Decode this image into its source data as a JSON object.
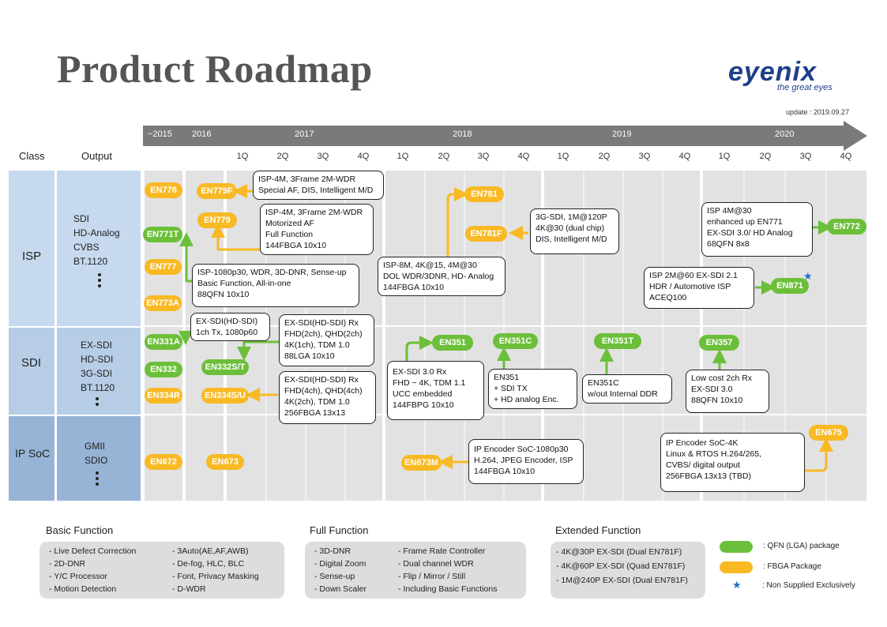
{
  "title": "Product Roadmap",
  "logo": {
    "word": "eyenix",
    "tagline": "the great eyes"
  },
  "update": "update : 2019.09.27",
  "headers": {
    "class": "Class",
    "output": "Output"
  },
  "timeline": {
    "labels": [
      "~2015",
      "2016",
      "2017",
      "2018",
      "2019",
      "2020"
    ],
    "quarters": [
      "1Q",
      "2Q",
      "3Q",
      "4Q",
      "1Q",
      "2Q",
      "3Q",
      "4Q",
      "1Q",
      "2Q",
      "3Q",
      "4Q",
      "1Q",
      "2Q",
      "3Q",
      "4Q"
    ]
  },
  "rows": [
    {
      "class": "ISP",
      "output": [
        "SDI",
        "HD-Analog",
        "CVBS",
        "BT.1120"
      ]
    },
    {
      "class": "SDI",
      "output": [
        "EX-SDI",
        "HD-SDI",
        "3G-SDI",
        "BT.1120"
      ]
    },
    {
      "class": "IP SoC",
      "output": [
        "GMII",
        "SDIO"
      ]
    }
  ],
  "chips": [
    {
      "id": "en778",
      "label": "EN778",
      "type": "fbga"
    },
    {
      "id": "en779f",
      "label": "EN779F",
      "type": "fbga"
    },
    {
      "id": "en779",
      "label": "EN779",
      "type": "fbga"
    },
    {
      "id": "en771t",
      "label": "EN771T",
      "type": "qfn"
    },
    {
      "id": "en777",
      "label": "EN777",
      "type": "fbga"
    },
    {
      "id": "en773a",
      "label": "EN773A",
      "type": "fbga"
    },
    {
      "id": "en781",
      "label": "EN781",
      "type": "fbga"
    },
    {
      "id": "en781f",
      "label": "EN781F",
      "type": "fbga"
    },
    {
      "id": "en772",
      "label": "EN772",
      "type": "qfn"
    },
    {
      "id": "en871",
      "label": "EN871",
      "type": "qfn"
    },
    {
      "id": "en331a",
      "label": "EN331A",
      "type": "qfn"
    },
    {
      "id": "en332",
      "label": "EN332",
      "type": "qfn"
    },
    {
      "id": "en334r",
      "label": "EN334R",
      "type": "fbga"
    },
    {
      "id": "en332st",
      "label": "EN332S/T",
      "type": "qfn"
    },
    {
      "id": "en334su",
      "label": "EN334S/U",
      "type": "fbga"
    },
    {
      "id": "en351",
      "label": "EN351",
      "type": "qfn"
    },
    {
      "id": "en351c",
      "label": "EN351C",
      "type": "qfn"
    },
    {
      "id": "en351t",
      "label": "EN351T",
      "type": "qfn"
    },
    {
      "id": "en357",
      "label": "EN357",
      "type": "qfn"
    },
    {
      "id": "en672",
      "label": "EN672",
      "type": "fbga"
    },
    {
      "id": "en673",
      "label": "EN673",
      "type": "fbga"
    },
    {
      "id": "en673m",
      "label": "EN673M",
      "type": "fbga"
    },
    {
      "id": "en675",
      "label": "EN675",
      "type": "fbga"
    }
  ],
  "notes": [
    {
      "id": "n779f",
      "lines": [
        "ISP-4M, 3Frame 2M-WDR",
        "Special AF, DIS, Intelligent M/D"
      ]
    },
    {
      "id": "n779",
      "lines": [
        "ISP-4M, 3Frame 2M-WDR",
        "Motorized AF",
        "Full Function",
        "144FBGA 10x10"
      ]
    },
    {
      "id": "n771t",
      "lines": [
        "ISP-1080p30, WDR, 3D-DNR, Sense-up",
        "Basic Function, All-in-one",
        "88QFN 10x10"
      ]
    },
    {
      "id": "n781",
      "lines": [
        "ISP-8M,   4K@15, 4M@30",
        "DOL WDR/3DNR, HD- Analog",
        "144FBGA 10x10"
      ]
    },
    {
      "id": "n781f",
      "lines": [
        "3G-SDI, 1M@120P",
        "4K@30 (dual chip)",
        "DIS,  Intelligent M/D"
      ]
    },
    {
      "id": "n772",
      "lines": [
        "ISP 4M@30",
        "enhanced up EN771",
        "EX-SDI 3.0/  HD Analog",
        "68QFN 8x8"
      ]
    },
    {
      "id": "n871",
      "lines": [
        "ISP 2M@60  EX-SDI 2.1",
        "HDR / Automotive ISP",
        "ACEQ100"
      ]
    },
    {
      "id": "n331a",
      "lines": [
        "EX-SDI(HD-SDI)",
        "1ch Tx, 1080p60"
      ]
    },
    {
      "id": "n332st",
      "lines": [
        "EX-SDI(HD-SDI) Rx",
        "FHD(2ch), QHD(2ch)",
        "4K(1ch), TDM 1.0",
        "88LGA 10x10"
      ]
    },
    {
      "id": "n334su",
      "lines": [
        "EX-SDI(HD-SDI) Rx",
        "FHD(4ch), QHD(4ch)",
        "4K(2ch), TDM 1.0",
        "256FBGA 13x13"
      ]
    },
    {
      "id": "n351",
      "lines": [
        "EX-SDI 3.0 Rx",
        "FHD ~ 4K, TDM 1.1",
        "UCC embedded",
        "144FBPG 10x10"
      ]
    },
    {
      "id": "n351c",
      "lines": [
        "EN351",
        "  + SDI TX",
        "  + HD analog Enc."
      ]
    },
    {
      "id": "n351t",
      "lines": [
        "EN351C",
        "w/out  Internal DDR"
      ]
    },
    {
      "id": "n357",
      "lines": [
        "Low cost 2ch Rx",
        "  EX-SDI 3.0",
        "88QFN 10x10"
      ]
    },
    {
      "id": "n673m",
      "lines": [
        "IP Encoder SoC-1080p30",
        "H.264, JPEG Encoder, ISP",
        "144FBGA 10x10"
      ]
    },
    {
      "id": "n675",
      "lines": [
        "IP Encoder SoC-4K",
        "Linux & RTOS  H.264/265,",
        "CVBS/ digital output",
        "256FBGA 13x13 (TBD)"
      ]
    }
  ],
  "legend": {
    "basic": {
      "title": "Basic Function",
      "col1": [
        "- Live Defect  Correction",
        "- 2D-DNR",
        "- Y/C  Processor",
        "- Motion Detection"
      ],
      "col2": [
        "- 3Auto(AE,AF,AWB)",
        "- De-fog,  HLC,  BLC",
        "- Font, Privacy Masking",
        "- D-WDR"
      ]
    },
    "full": {
      "title": "Full Function",
      "col1": [
        "- 3D-DNR",
        "- Digital Zoom",
        "- Sense-up",
        "- Down Scaler"
      ],
      "col2": [
        "- Frame Rate Controller",
        "- Dual channel   WDR",
        "- Flip / Mirror / Still",
        "- Including Basic Functions"
      ]
    },
    "extended": {
      "title": "Extended Function",
      "items": [
        "- 4K@30P EX-SDI (Dual EN781F)",
        "- 4K@60P EX-SDI (Quad EN781F)",
        "- 1M@240P EX-SDI (Dual EN781F)"
      ]
    },
    "packages": [
      {
        "color": "#6cbf3a",
        "label": ":    QFN  (LGA)  package"
      },
      {
        "color": "#f8b924",
        "label": ":    FBGA Package"
      }
    ],
    "star_label": ": Non Supplied Exclusively"
  },
  "colors": {
    "qfn": "#6cbf3a",
    "fbga": "#f8b924",
    "isp_class": "#c7d9ee",
    "sdi_class": "#b7cde6",
    "ip_class": "#97b4d6",
    "grid": "#e2e2e2",
    "timeline": "#7a7a7a",
    "star": "#1f6fc4"
  }
}
